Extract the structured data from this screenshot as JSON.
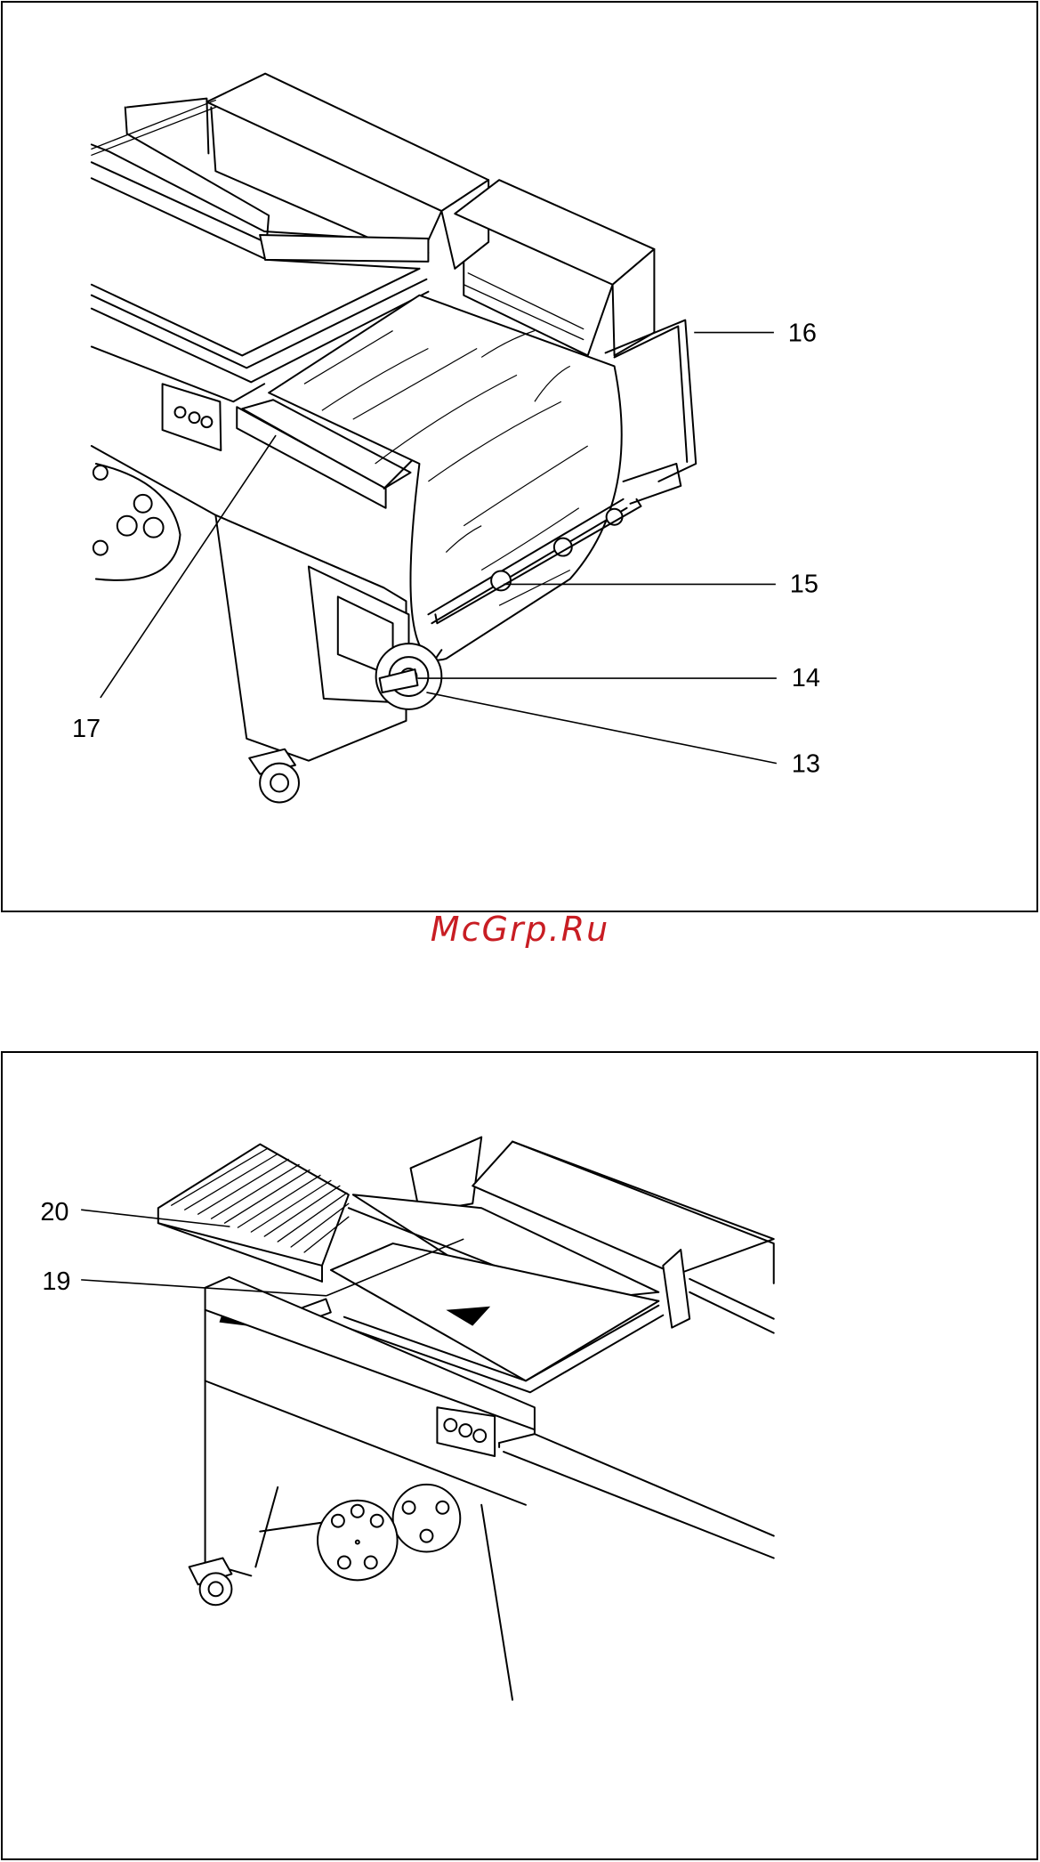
{
  "figure_top": {
    "callouts": [
      {
        "id": "c16",
        "label": "16"
      },
      {
        "id": "c15",
        "label": "15"
      },
      {
        "id": "c14",
        "label": "14"
      },
      {
        "id": "c13",
        "label": "13"
      },
      {
        "id": "c17",
        "label": "17"
      }
    ]
  },
  "watermark": {
    "text": "McGrp.Ru",
    "color": "#c81d23"
  },
  "figure_bottom": {
    "callouts": [
      {
        "id": "c20",
        "label": "20"
      },
      {
        "id": "c19",
        "label": "19"
      }
    ]
  }
}
